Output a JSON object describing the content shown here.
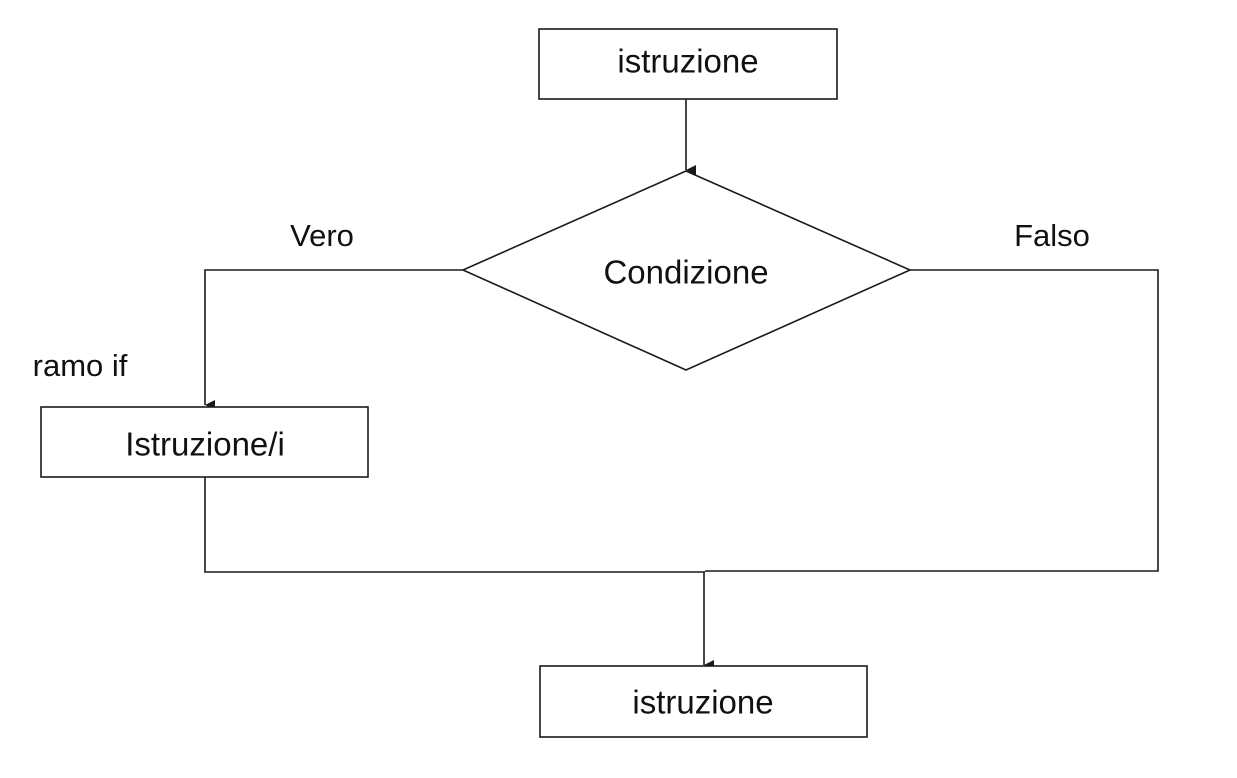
{
  "nodes": {
    "top_statement": "istruzione",
    "condition": "Condizione",
    "if_branch_statements": "Istruzione/i",
    "bottom_statement": "istruzione"
  },
  "edge_labels": {
    "true_label": "Vero",
    "false_label": "Falso",
    "if_branch_label": "ramo if"
  }
}
